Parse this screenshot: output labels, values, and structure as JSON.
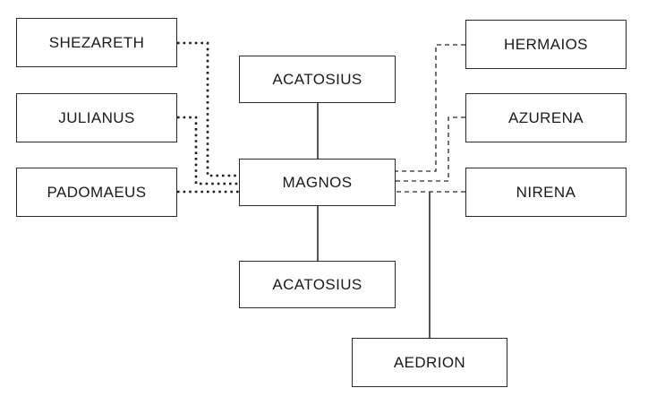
{
  "diagram": {
    "nodes": {
      "shezareth": {
        "label": "SHEZARETH"
      },
      "julianus": {
        "label": "JULIANUS"
      },
      "padomaeus": {
        "label": "PADOMAEUS"
      },
      "acatosius_top": {
        "label": "ACATOSIUS"
      },
      "magnos": {
        "label": "MAGNOS"
      },
      "acatosius_bottom": {
        "label": "ACATOSIUS"
      },
      "hermaios": {
        "label": "HERMAIOS"
      },
      "azurena": {
        "label": "AZURENA"
      },
      "nirena": {
        "label": "NIRENA"
      },
      "aedrion": {
        "label": "AEDRION"
      }
    },
    "edges": [
      {
        "from": "SHEZARETH",
        "to": "MAGNOS",
        "line_style": "dotted"
      },
      {
        "from": "JULIANUS",
        "to": "MAGNOS",
        "line_style": "dotted"
      },
      {
        "from": "PADOMAEUS",
        "to": "MAGNOS",
        "line_style": "dotted"
      },
      {
        "from": "ACATOSIUS (top)",
        "to": "MAGNOS",
        "line_style": "solid"
      },
      {
        "from": "MAGNOS",
        "to": "ACATOSIUS (bottom)",
        "line_style": "solid"
      },
      {
        "from": "HERMAIOS",
        "to": "MAGNOS",
        "line_style": "dashed"
      },
      {
        "from": "AZURENA",
        "to": "MAGNOS",
        "line_style": "dashed"
      },
      {
        "from": "NIRENA",
        "to": "MAGNOS",
        "line_style": "dashed"
      },
      {
        "from": "MAGNOS",
        "to": "AEDRION",
        "line_style": "solid"
      }
    ],
    "colors": {
      "background": "#ffffff",
      "box_border": "#2b2b2b",
      "line": "#1f1f1f",
      "text": "#1a1a1a"
    }
  }
}
